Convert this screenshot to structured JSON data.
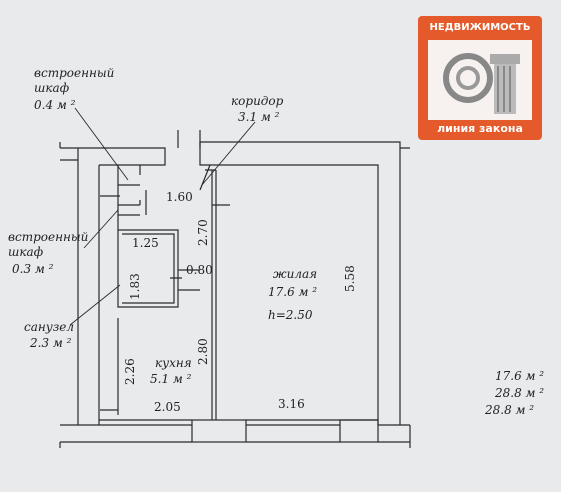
{
  "logo": {
    "top_text": "НЕДВИЖИМОСТЬ",
    "bottom_text": "ЛИНИЯ ЗАКОНА",
    "background": "#e45a2a"
  },
  "rooms": {
    "closet1": {
      "name": "встроенный\nшкаф",
      "area": "0.4 м ²"
    },
    "corridor": {
      "name": "коридор",
      "area": "3.1 м ²"
    },
    "closet2": {
      "name": "встроенный\nшкаф",
      "area": "0.3 м ²"
    },
    "bathroom": {
      "name": "санузел",
      "area": "2.3 м ²"
    },
    "living": {
      "name": "жилая",
      "area": "17.6 м ²",
      "height": "h=2.50"
    },
    "kitchen": {
      "name": "кухня",
      "area": "5.1 м ²"
    }
  },
  "dimensions": {
    "corridor_width": "1.60",
    "corridor_length": "2.70",
    "bath_width": "1.25",
    "bath_height": "1.83",
    "passage": "0.80",
    "living_length": "5.58",
    "kitchen_height": "2.80",
    "kitchen_side": "2.26",
    "kitchen_width": "2.05",
    "living_width": "3.16"
  },
  "totals": [
    "17.6 м ²",
    "28.8 м ²",
    "28.8 м ²"
  ]
}
